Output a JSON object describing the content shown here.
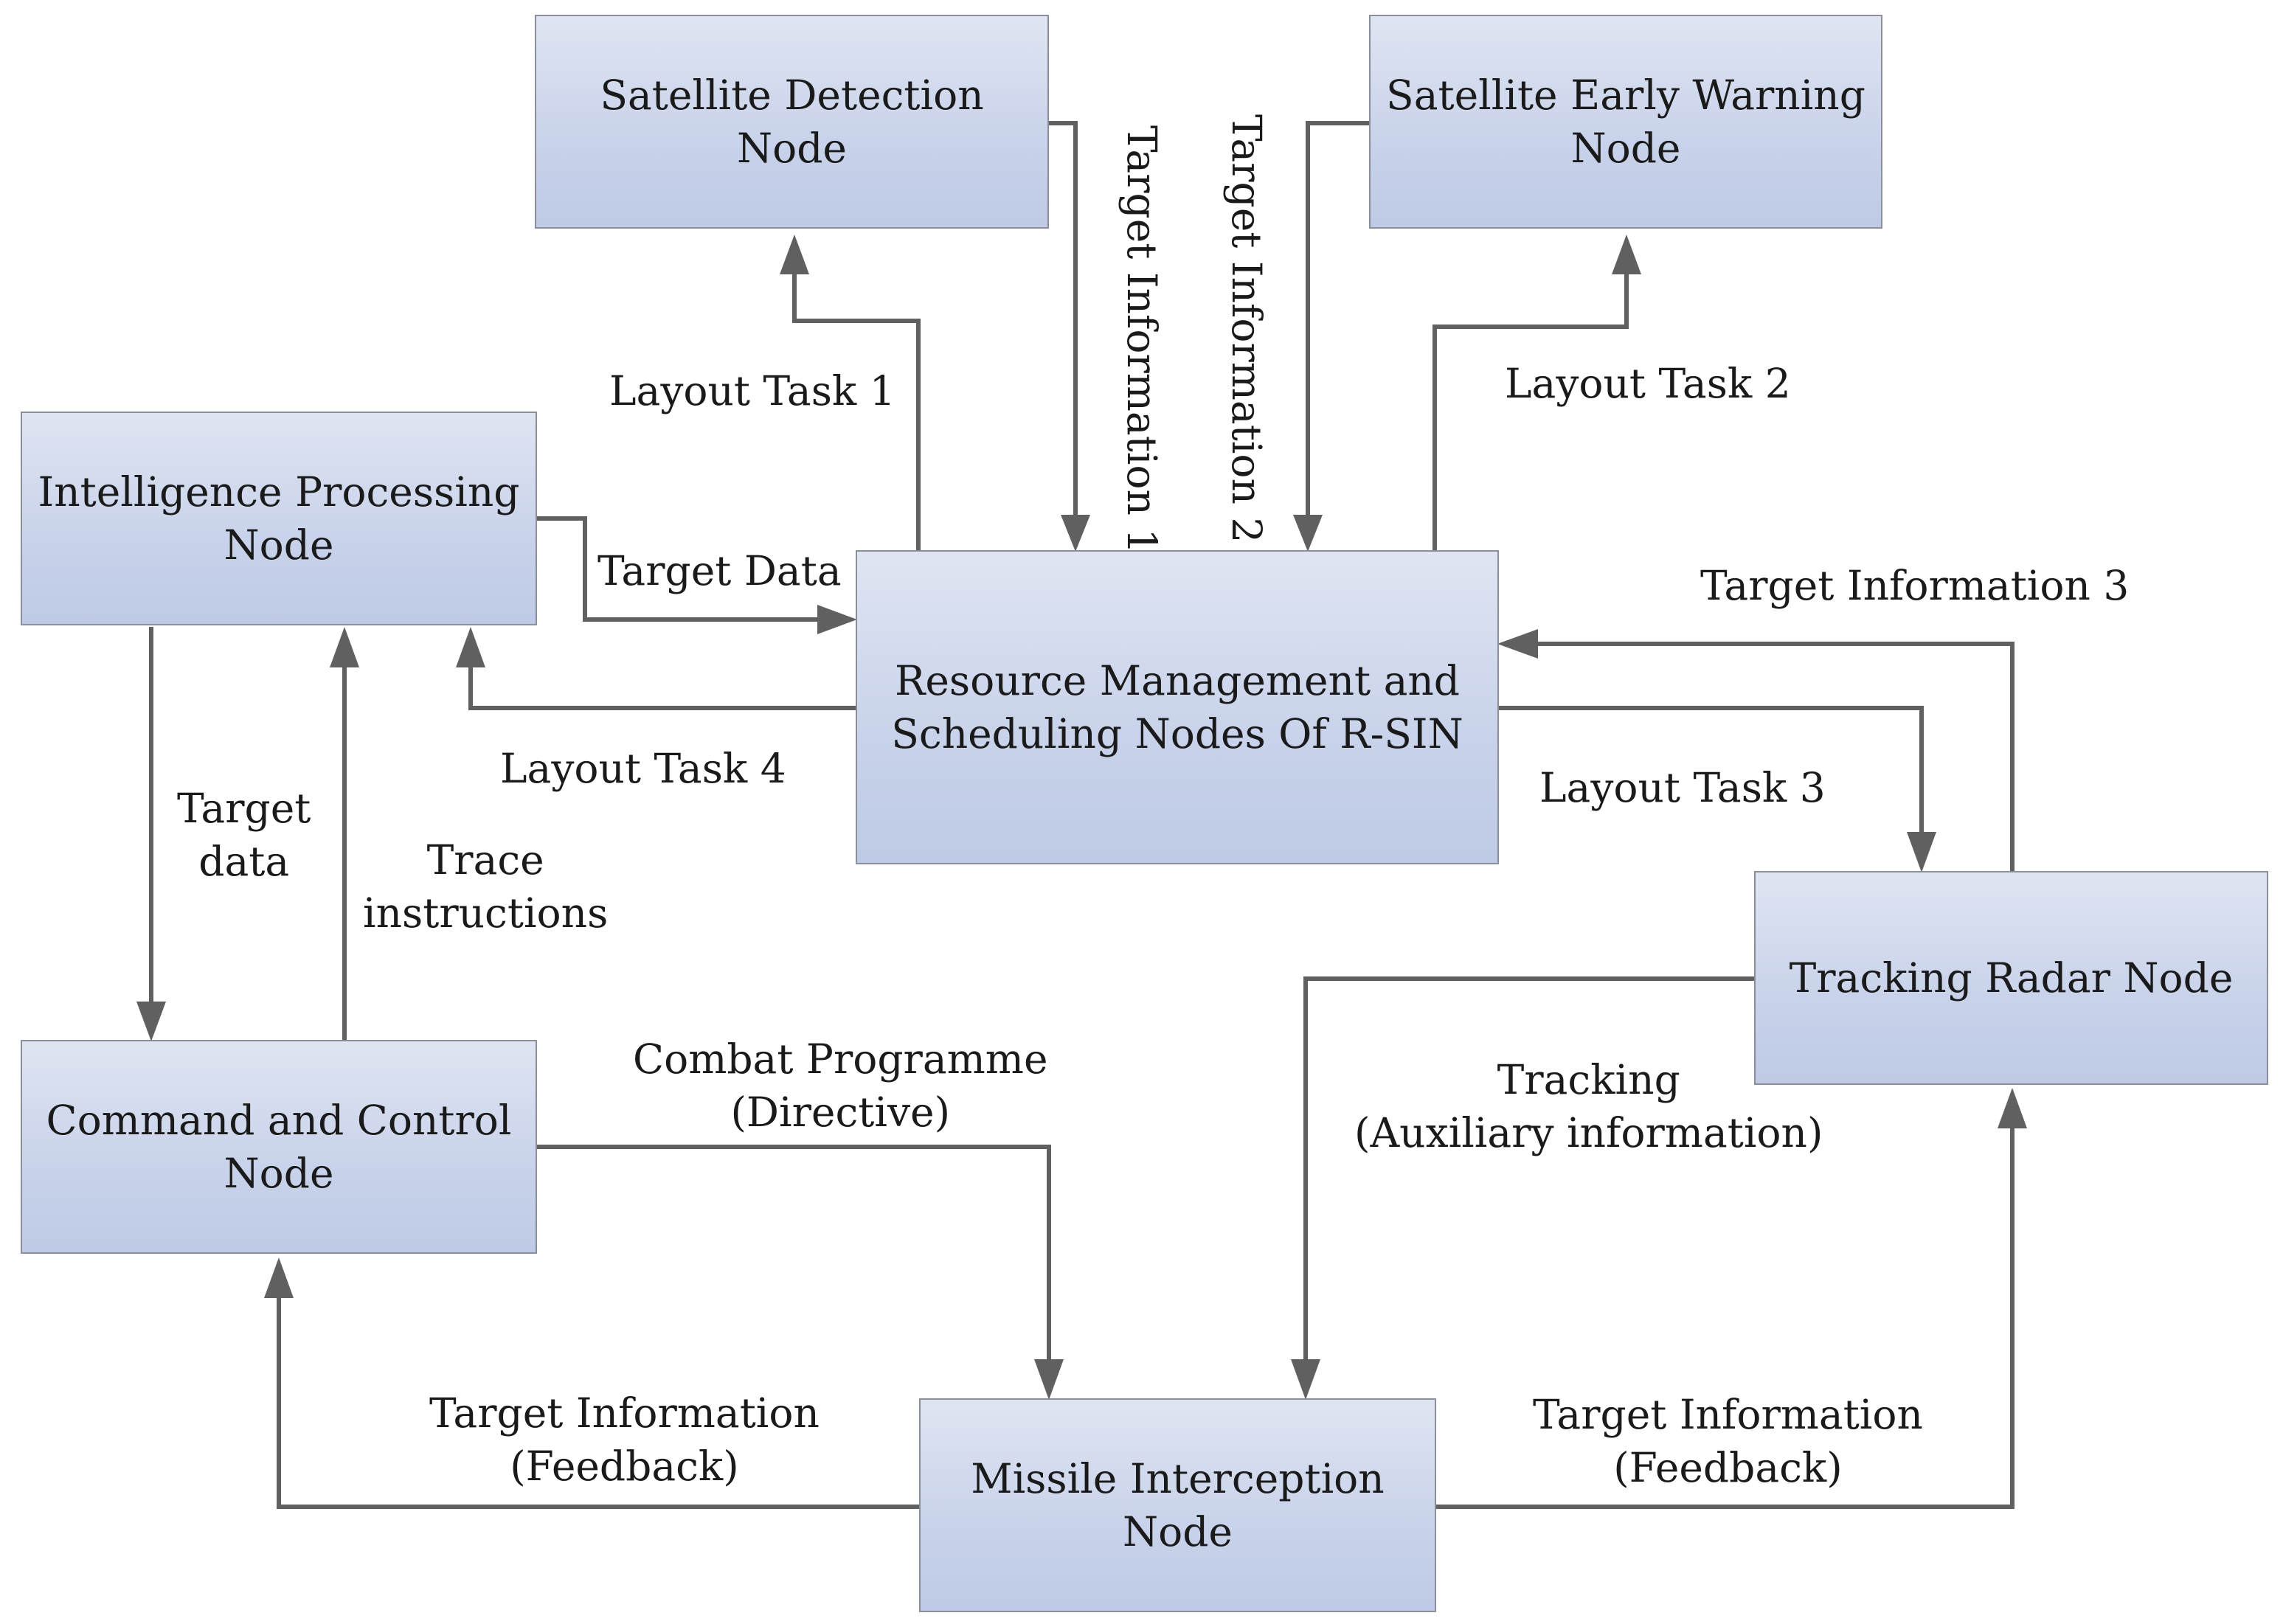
{
  "nodes": {
    "satellite_detection": "Satellite Detection\nNode",
    "satellite_early_warning": "Satellite Early Warning\nNode",
    "intelligence_processing": "Intelligence Processing\nNode",
    "resource_management": "Resource Management and\nScheduling Nodes Of R-SIN",
    "tracking_radar": "Tracking Radar Node",
    "command_control": "Command and Control\nNode",
    "missile_interception": "Missile Interception\nNode"
  },
  "edge_labels": {
    "layout_task_1": "Layout Task 1",
    "layout_task_2": "Layout Task 2",
    "layout_task_3": "Layout Task 3",
    "layout_task_4": "Layout Task 4",
    "target_information_1": "Target Information 1",
    "target_information_2": "Target Information 2",
    "target_information_3": "Target Information 3",
    "target_data_right": "Target Data",
    "target_data_down": "Target\ndata",
    "trace_instructions": "Trace\ninstructions",
    "combat_programme": "Combat Programme\n(Directive)",
    "tracking_auxiliary": "Tracking\n(Auxiliary information)",
    "target_info_feedback_left": "Target Information\n(Feedback)",
    "target_info_feedback_right": "Target Information\n(Feedback)"
  },
  "colors": {
    "node_fill_top": "#dfe5f2",
    "node_fill_bottom": "#bfcae6",
    "node_border": "#8a8f99",
    "edge": "#606060"
  }
}
